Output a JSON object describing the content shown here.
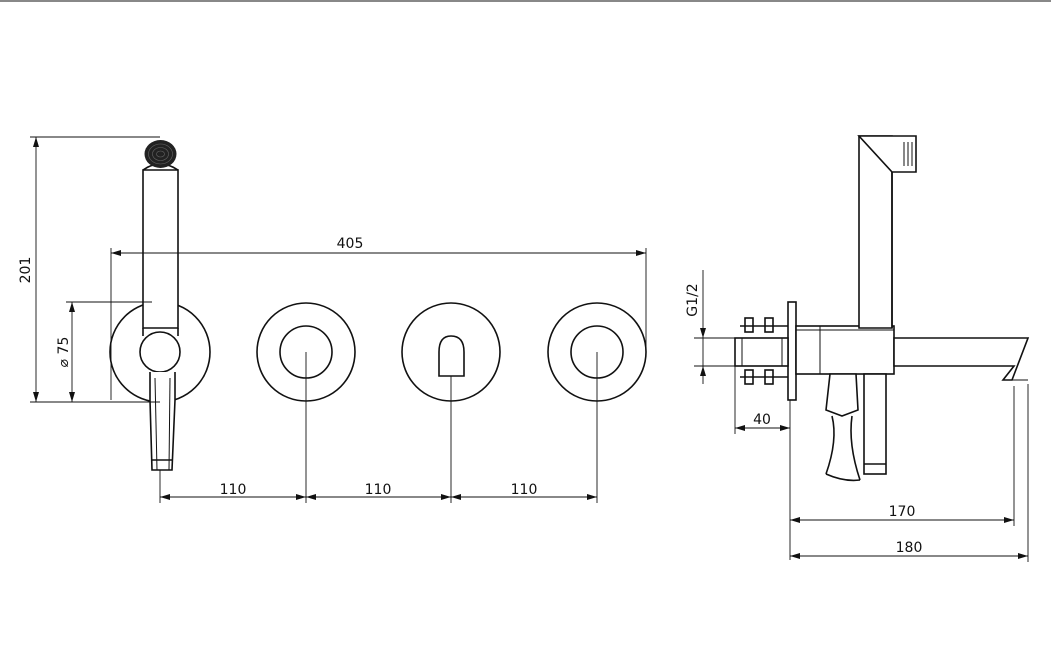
{
  "dimensions": {
    "overall_width": "405",
    "height": "201",
    "plate_diameter": "⌀ 75",
    "spacing_1": "110",
    "spacing_2": "110",
    "spacing_3": "110",
    "thread": "G1/2",
    "wall_depth": "40",
    "projection_170": "170",
    "projection_180": "180"
  }
}
